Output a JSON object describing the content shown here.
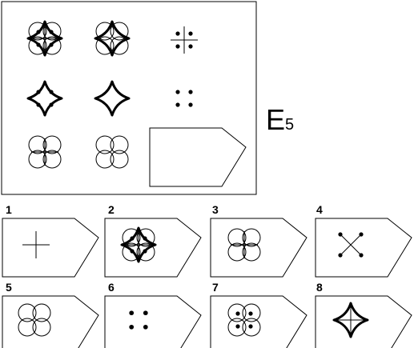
{
  "title": {
    "letter": "E",
    "subscript": "5"
  },
  "matrix": [
    {
      "cell": "r1c1",
      "figure": "circles-four-dots-thick-star-cross"
    },
    {
      "cell": "r1c2",
      "figure": "circles-thick-star"
    },
    {
      "cell": "r1c3",
      "figure": "cross-four-dots"
    },
    {
      "cell": "r2c1",
      "figure": "thick-star-four-dots"
    },
    {
      "cell": "r2c2",
      "figure": "thick-star"
    },
    {
      "cell": "r2c3",
      "figure": "four-dots"
    },
    {
      "cell": "r3c1",
      "figure": "circles-cross"
    },
    {
      "cell": "r3c2",
      "figure": "circles"
    },
    {
      "cell": "r3c3",
      "figure": "missing-answer-slot"
    }
  ],
  "options": [
    {
      "number": "1",
      "figure": "cross"
    },
    {
      "number": "2",
      "figure": "circles-four-dots-thick-star-cross"
    },
    {
      "number": "3",
      "figure": "circles-cross"
    },
    {
      "number": "4",
      "figure": "diagonal-cross-four-dots"
    },
    {
      "number": "5",
      "figure": "circles"
    },
    {
      "number": "6",
      "figure": "four-dots"
    },
    {
      "number": "7",
      "figure": "circles-four-dots"
    },
    {
      "number": "8",
      "figure": "thick-star-cross"
    }
  ]
}
